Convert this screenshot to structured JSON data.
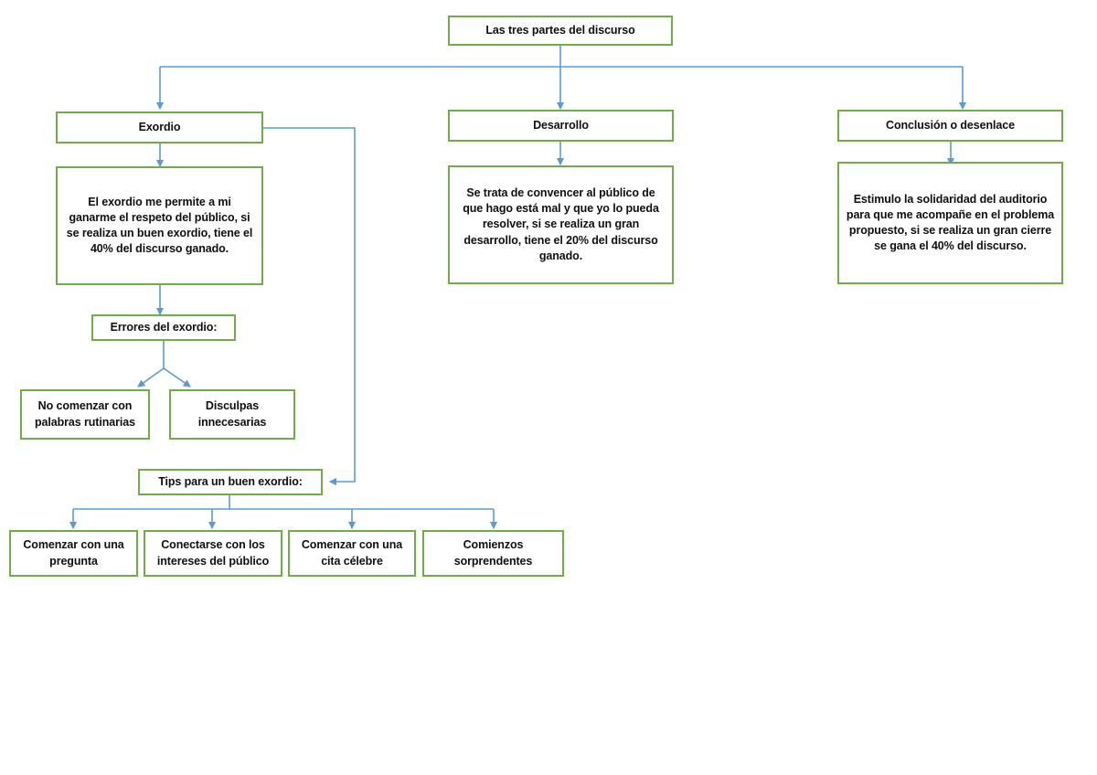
{
  "diagram": {
    "title": "Las tres partes del discurso",
    "colors": {
      "node_border": "#70ad47",
      "node_fill": "#ffffff",
      "connector": "#5b9bd5",
      "text": "#101010",
      "background": "#ffffff"
    },
    "root": {
      "label": "Las tres partes del discurso"
    },
    "branches": [
      {
        "head": "Exordio",
        "detail": "El exordio me permite a mi ganarme el respeto del público, si se realiza un buen exordio, tiene el 40% del discurso ganado."
      },
      {
        "head": "Desarrollo",
        "detail": "Se trata de convencer al público de que hago está mal y que yo lo pueda resolver, si se realiza un gran desarrollo, tiene el 20% del discurso ganado."
      },
      {
        "head": "Conclusión o desenlace",
        "detail": "Estimulo la solidaridad del auditorio para que me acompañe en el problema propuesto, si se realiza un gran cierre se gana el 40% del discurso."
      }
    ],
    "errores": {
      "label": "Errores del exordio:",
      "items": [
        "No comenzar con palabras rutinarias",
        "Disculpas innecesarias"
      ]
    },
    "tips": {
      "label": "Tips para un buen exordio:",
      "items": [
        "Comenzar con una pregunta",
        "Conectarse con los intereses del público",
        "Comenzar con una cita célebre",
        "Comienzos sorprendentes"
      ]
    }
  }
}
